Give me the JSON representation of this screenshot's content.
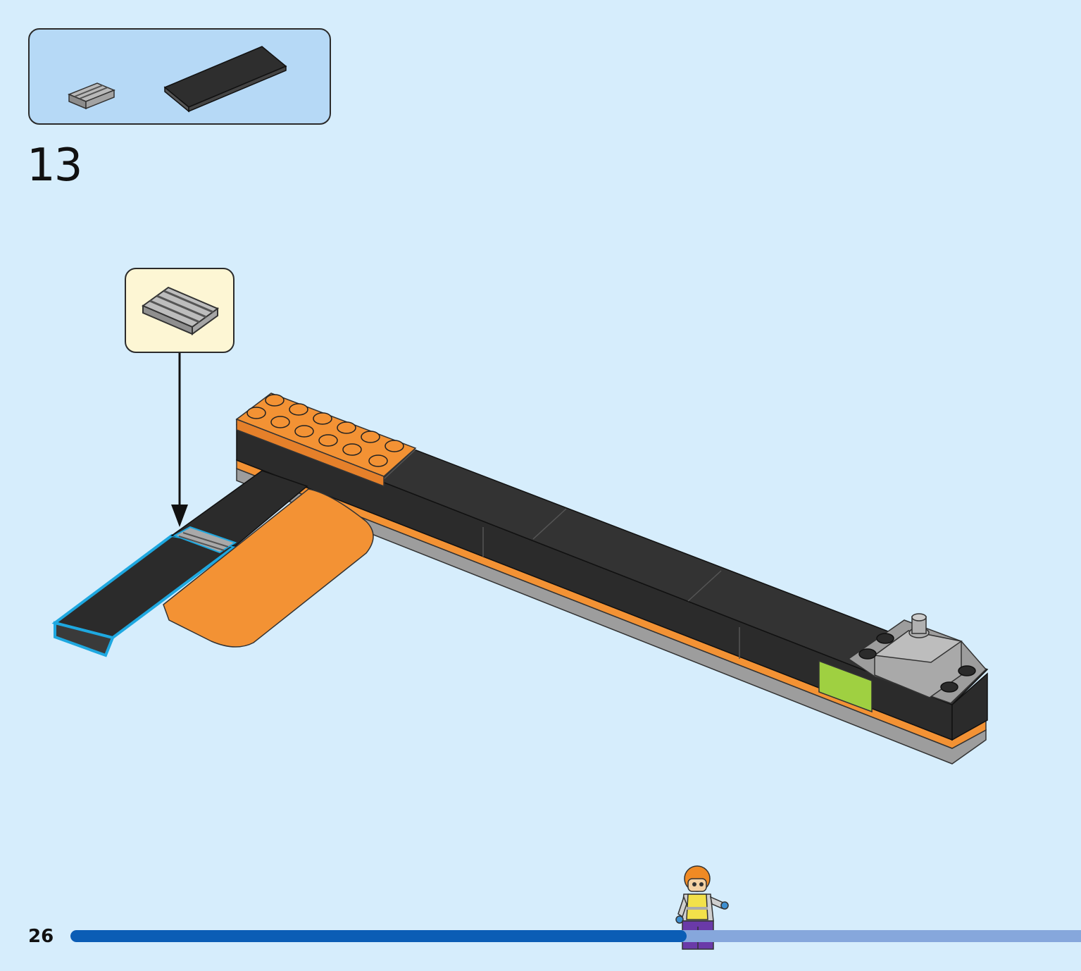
{
  "step": {
    "number": "13"
  },
  "page": {
    "number": "26"
  },
  "progress": {
    "fraction": 0.61
  },
  "colors": {
    "background": "#d6edfc",
    "parts_box": "#b6d9f6",
    "callout": "#fdf6d4",
    "brick_black": "#2b2b2b",
    "brick_orange": "#f39234",
    "brick_gray": "#9d9d9d",
    "brick_lime": "#9fd041",
    "highlight": "#1ea8e0",
    "progress_done": "#0b5db5",
    "progress_remaining": "#86a7dc"
  },
  "parts": [
    {
      "name": "gray-grille-tile-1x2",
      "color": "#9d9d9d"
    },
    {
      "name": "black-tile-2x6",
      "color": "#2b2b2b"
    }
  ]
}
